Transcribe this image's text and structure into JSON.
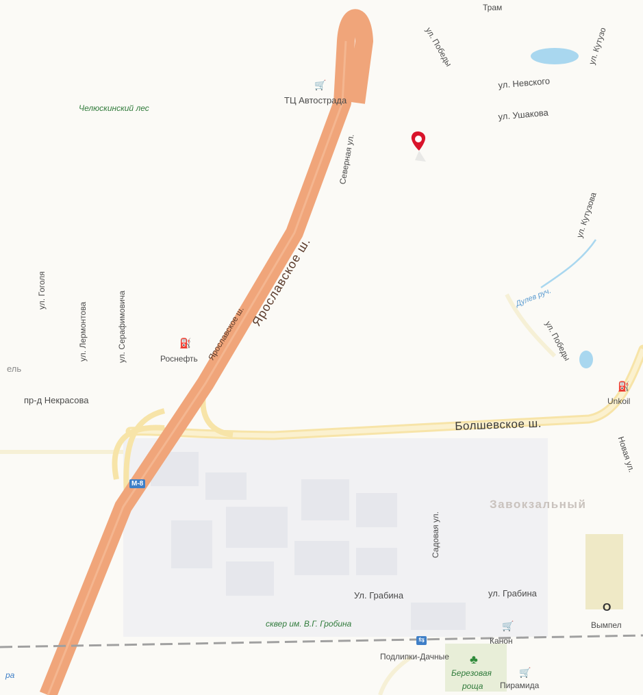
{
  "map": {
    "pin_color": "#d9142b",
    "highway_color": "#f0a57a",
    "road_color": "#f7e4a8",
    "water_color": "#a9d7ef",
    "park_color": "#e5ecd3"
  },
  "labels": {
    "tram_top": "Трам",
    "pobedy_top": "ул. Победы",
    "kutuzova_top": "ул. Кутузо",
    "nevskogo": "ул. Невского",
    "ushakova": "ул. Ушакова",
    "tc_avtostrada": "ТЦ Автострада",
    "chelyuskinsky": "Челюскинский лес",
    "severnaya": "Северная ул.",
    "yaroslavskoe_big": "Ярославское ш.",
    "yaroslavskoe_small": "Ярославское ш.",
    "kutuzova_mid": "ул. Кутузова",
    "dulev": "Дулев руч.",
    "gogolya": "ул. Гоголя",
    "lermontova": "ул. Лермонтова",
    "serafimovicha": "ул. Серафимовича",
    "pobedy_mid": "ул. Победы",
    "rosneft": "Роснефть",
    "left_cut": "ель",
    "nekrasova": "пр-д Некрасова",
    "unkoil": "Unkoil",
    "bolshevskoe": "Болшевское ш.",
    "novaya": "Новая ул.",
    "m8": "М-8",
    "zavokzalny": "Завокзальный",
    "sadovaya": "Садовая ул.",
    "grabina_left": "Ул. Грабина",
    "grabina_right": "ул. Грабина",
    "vympel": "Вымпел",
    "skver": "сквер им. В.Г. Гробина",
    "kanon": "Канон",
    "podlipki": "Подлипки-Дачные",
    "berezovaya": "Березовая",
    "roshcha": "роща",
    "piramida": "Пирамида",
    "left_ra": "ра"
  },
  "icons": {
    "gas": "⛽",
    "shop": "🛒",
    "tree": "♣",
    "station": "⇆",
    "metro_o": "O"
  }
}
